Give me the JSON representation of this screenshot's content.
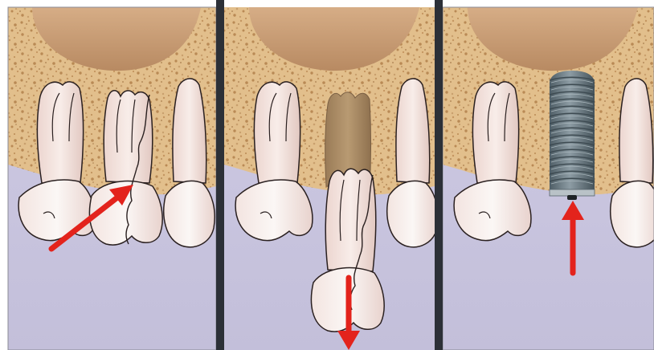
{
  "figure": {
    "panels": [
      {
        "id": "cracked-tooth"
      },
      {
        "id": "tooth-extraction"
      },
      {
        "id": "implant-placement"
      }
    ],
    "colors": {
      "bone": "#e2bf8c",
      "bone_speckle": "#b98a55",
      "sinus": "#c89b72",
      "gum": "#c9c5df",
      "enamel": "#f7f0ec",
      "root": "#eedbd6",
      "outline": "#2a2020",
      "arrow": "#e3231c",
      "socket": "#a88a63",
      "implant": "#6f7f88",
      "divider": "#2c3037"
    },
    "arrows": [
      {
        "panel": "cracked-tooth",
        "direction": "up-right"
      },
      {
        "panel": "tooth-extraction",
        "direction": "down"
      },
      {
        "panel": "implant-placement",
        "direction": "up"
      }
    ]
  }
}
